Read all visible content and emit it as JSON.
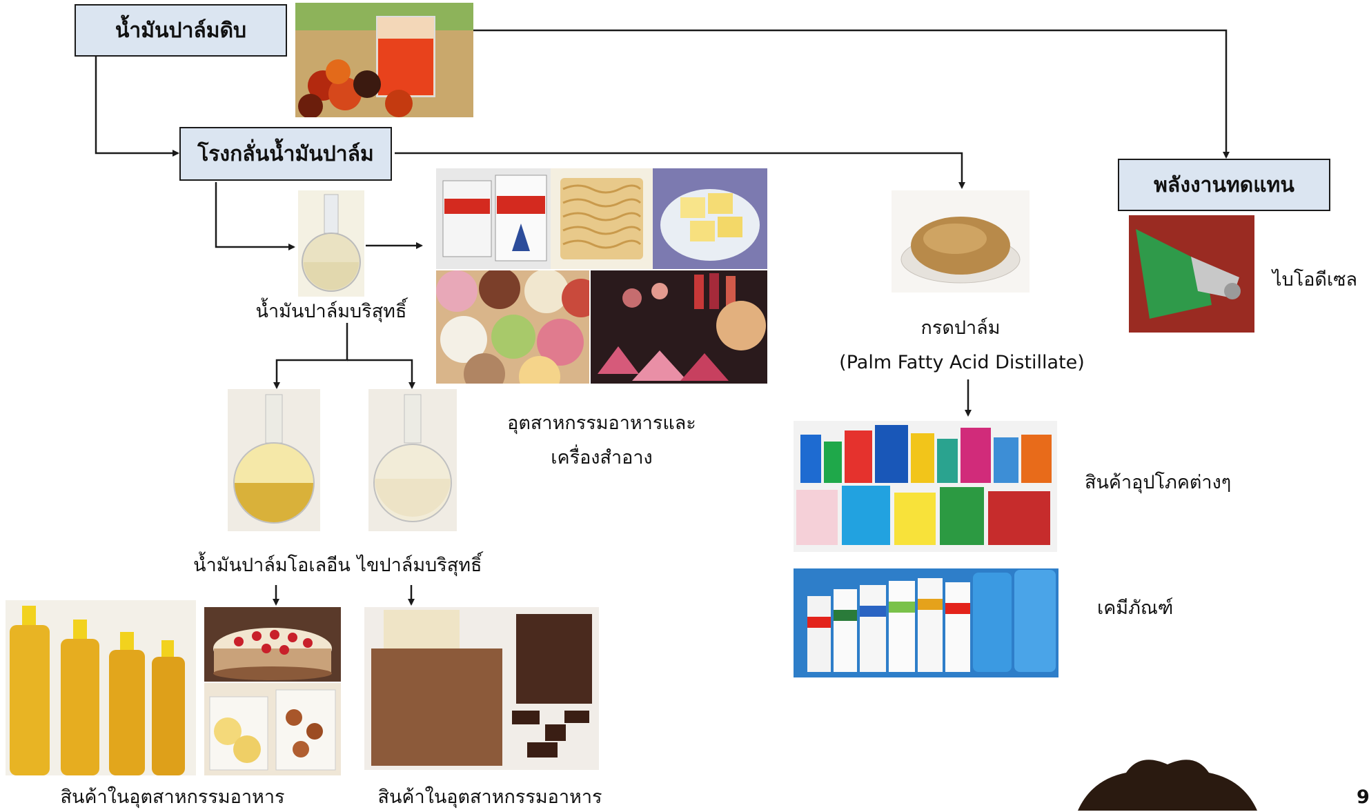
{
  "boxes": {
    "crude_palm_oil": "น้ำมันปาล์มดิบ",
    "palm_oil_refinery": "โรงกลั่นน้ำมันปาล์ม",
    "alternative_energy": "พลังงานทดแทน"
  },
  "labels": {
    "refined_palm_oil": "น้ำมันปาล์มบริสุทธิ์",
    "palm_olein": "น้ำมันปาล์มโอเลอีน",
    "refined_palm_stearin": "ไขปาล์มบริสุทธิ์",
    "food_cosmetics_line1": "อุตสาหกรรมอาหารและ",
    "food_cosmetics_line2": "เครื่องสำอาง",
    "palm_fatty_acid": "กรดปาล์ม",
    "palm_fatty_acid_en": "(Palm Fatty Acid Distillate)",
    "biodiesel": "ไบโอดีเซล",
    "consumer_products": "สินค้าอุปโภคต่างๆ",
    "chemicals": "เคมีภัณฑ์",
    "food_products_left": "สินค้าในอุตสาหกรรมอาหาร",
    "food_products_right": "สินค้าในอุตสาหกรรมอาหาร",
    "page_number": "9"
  },
  "images": [
    "crude-palm-oil-photo",
    "refined-oil-flask-photo",
    "condensed-milk-photo",
    "instant-noodles-photo",
    "butter-photo",
    "ice-cream-photo",
    "cosmetics-photo",
    "olein-flask-photo",
    "stearin-flask-photo",
    "cooking-oil-bottles-photo",
    "cake-photo",
    "snacks-photo",
    "chocolate-photo",
    "palm-fatty-acid-photo",
    "consumer-goods-photo",
    "chemicals-photo",
    "biodiesel-nozzle-photo",
    "palm-tree-logo"
  ],
  "colors": {
    "box_fill": "#dbe5f1",
    "line": "#1a1a1a"
  }
}
